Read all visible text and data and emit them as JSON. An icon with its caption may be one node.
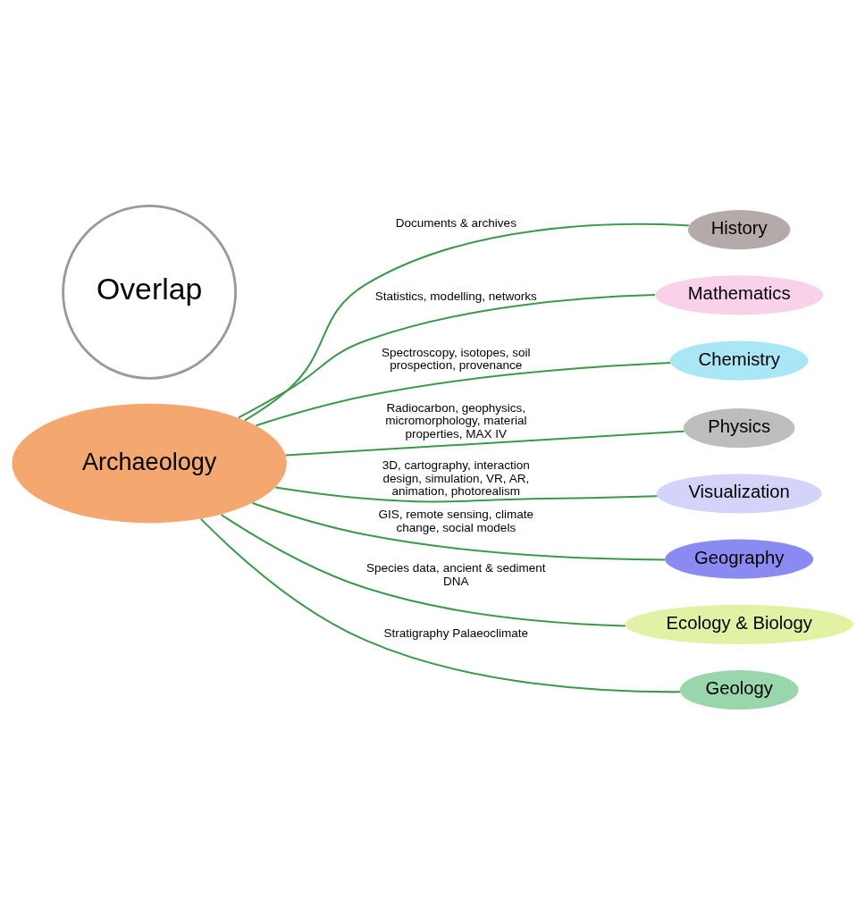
{
  "diagram": {
    "nodes": [
      {
        "text": [
          "Archaeology"
        ]
      },
      {
        "text": [
          "History"
        ]
      },
      {
        "text": [
          "Mathematics"
        ]
      },
      {
        "text": [
          "Chemistry"
        ]
      },
      {
        "text": [
          "Physics"
        ]
      },
      {
        "text": [
          "Visualization"
        ]
      },
      {
        "text": [
          "Geography"
        ]
      },
      {
        "text": [
          "Ecology & Biology"
        ]
      },
      {
        "text": [
          "Geology"
        ]
      },
      {
        "text": [
          "Overlap"
        ]
      }
    ],
    "edges": [
      {
        "from": 0,
        "to": 4,
        "arrow": "none",
        "label": "Radiocarbon, geophysics, micromorphology, material properties, MAX IV"
      },
      {
        "from": 0,
        "to": 3,
        "arrow": "none",
        "label": "Spectroscopy, isotopes, soil prospection, provenance"
      },
      {
        "from": 0,
        "to": 2,
        "arrow": "none",
        "label": "Statistics, modelling, networks"
      },
      {
        "from": 0,
        "to": 1,
        "arrow": "none",
        "label": "Documents & archives"
      },
      {
        "from": 0,
        "to": 8,
        "arrow": "none",
        "label": "Stratigraphy Palaeoclimate"
      },
      {
        "from": 0,
        "to": 7,
        "arrow": "none",
        "label": "Species data, ancient & sediment DNA"
      },
      {
        "from": 0,
        "to": 6,
        "arrow": "none",
        "label": "GIS, remote sensing, climate change, social models"
      },
      {
        "from": 0,
        "to": 5,
        "arrow": "none",
        "label": "3D, cartography, interaction design, simulation, VR, AR, animation, photorealism"
      }
    ]
  }
}
